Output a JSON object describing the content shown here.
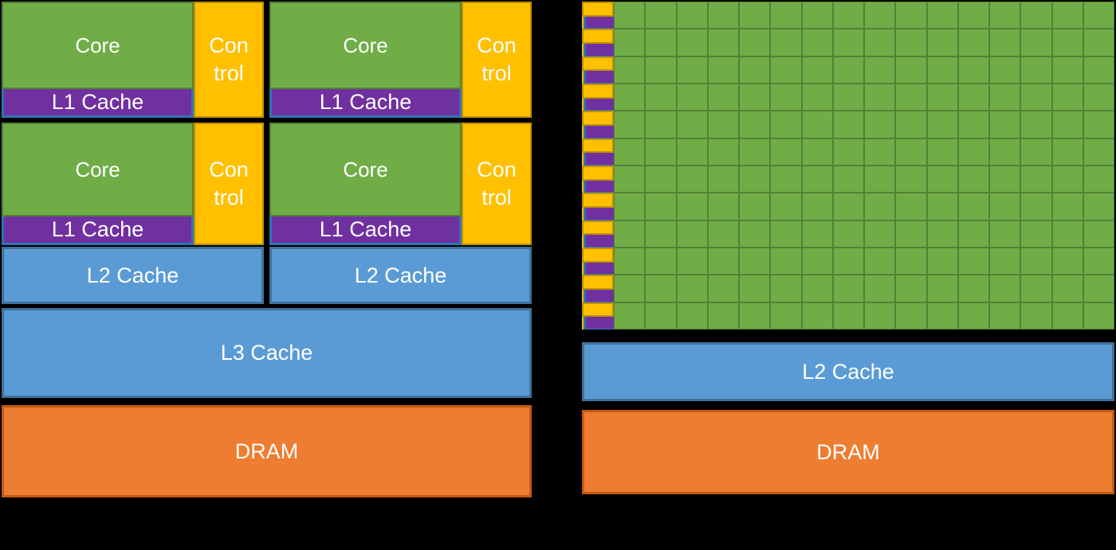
{
  "colors": {
    "background": "#000000",
    "text": "#ffffff",
    "core_green": "#70AD47",
    "core_green_border": "#538135",
    "control_yellow": "#FFC000",
    "control_yellow_border": "#BF9000",
    "l1_purple": "#7030A0",
    "l1_purple_border": "#2E75B6",
    "cache_blue": "#5B9BD5",
    "cache_blue_border": "#41719C",
    "dram_orange": "#ED7D31",
    "dram_orange_border": "#C55A11"
  },
  "cpu": {
    "clusters": [
      {
        "core_label": "Core",
        "control_lines": [
          "Con",
          "trol"
        ],
        "l1_label": "L1 Cache"
      },
      {
        "core_label": "Core",
        "control_lines": [
          "Con",
          "trol"
        ],
        "l1_label": "L1 Cache"
      },
      {
        "core_label": "Core",
        "control_lines": [
          "Con",
          "trol"
        ],
        "l1_label": "L1 Cache"
      },
      {
        "core_label": "Core",
        "control_lines": [
          "Con",
          "trol"
        ],
        "l1_label": "L1 Cache"
      }
    ],
    "l2_labels": [
      "L2 Cache",
      "L2 Cache"
    ],
    "l3_label": "L3 Cache",
    "dram_label": "DRAM"
  },
  "gpu": {
    "grid": {
      "rows": 12,
      "cols": 16
    },
    "l2_label": "L2 Cache",
    "dram_label": "DRAM"
  }
}
